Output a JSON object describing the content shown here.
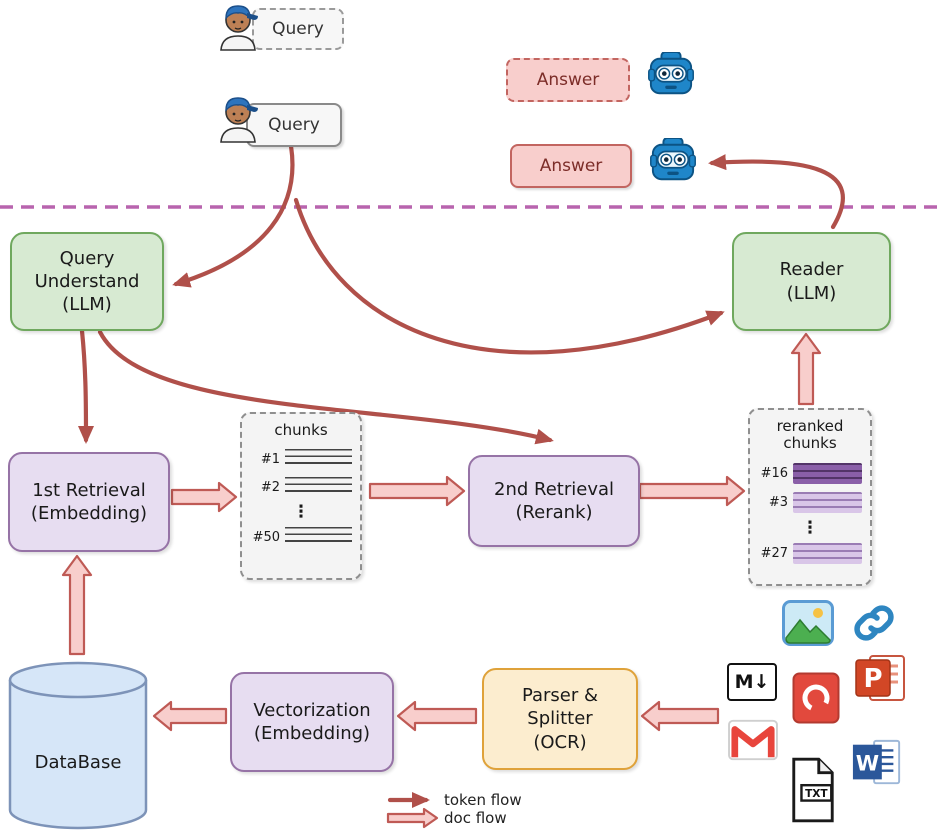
{
  "top": {
    "query_dashed": "Query",
    "query_solid": "Query",
    "answer_dashed": "Answer",
    "answer_solid": "Answer"
  },
  "nodes": {
    "query_understand": "Query\nUnderstand\n(LLM)",
    "reader": "Reader\n(LLM)",
    "first_retrieval": "1st Retrieval\n(Embedding)",
    "second_retrieval": "2nd Retrieval\n(Rerank)",
    "vectorization": "Vectorization\n(Embedding)",
    "parser": "Parser &\nSplitter\n(OCR)",
    "database": "DataBase"
  },
  "chunks": {
    "title": "chunks",
    "items": [
      "#1",
      "#2",
      "⋮",
      "#50"
    ]
  },
  "reranked": {
    "title": "reranked\nchunks",
    "items": [
      "#16",
      "#3",
      "⋮",
      "#27"
    ]
  },
  "legend": {
    "token_flow": "token flow",
    "doc_flow": "doc flow"
  },
  "file_icons": {
    "markdown_label": "M↓",
    "powerpoint_label": "P",
    "word_label": "W",
    "txt_label": "TXT"
  },
  "icons": {
    "user": "user-icon",
    "robot": "robot-icon",
    "image": "image-file-icon",
    "link": "link-icon",
    "markdown": "markdown-file-icon",
    "pdf": "pdf-file-icon",
    "powerpoint": "powerpoint-file-icon",
    "gmail": "gmail-icon",
    "txt": "txt-file-icon",
    "word": "word-file-icon"
  },
  "palette": {
    "node_green": "#d7ead2",
    "node_green_border": "#6fa85e",
    "node_purple": "#e7ddf1",
    "node_purple_border": "#9673a6",
    "node_orange": "#fcedcf",
    "node_orange_border": "#dfa23a",
    "answer_fill": "#f8cecc",
    "answer_border": "#c26560",
    "database_fill": "#d6e6f8",
    "database_border": "#7d93b8",
    "token_arrow": "#b0504a",
    "doc_arrow_fill": "#f8cecc",
    "doc_arrow_border": "#bf5a55",
    "separator": "#b864ae"
  }
}
